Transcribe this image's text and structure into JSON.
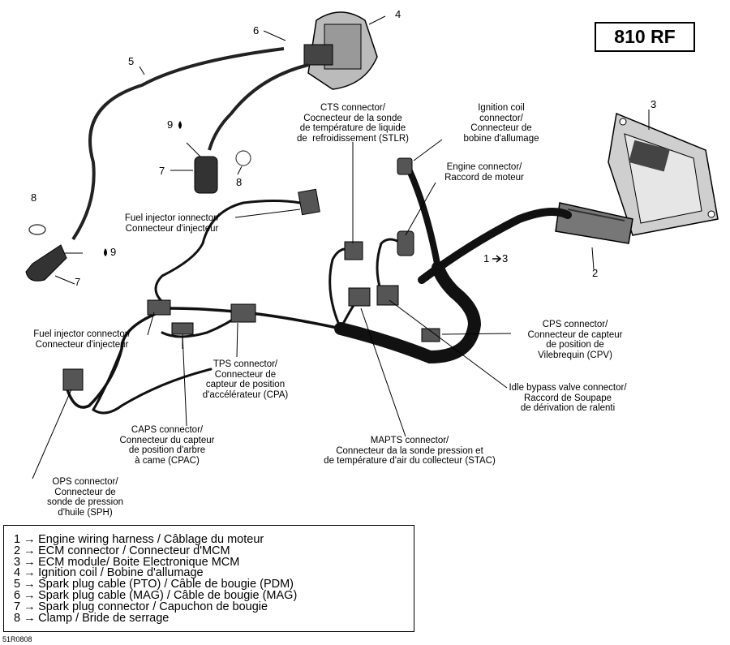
{
  "model_badge": "810 RF",
  "figure_code": "51R0808",
  "callouts": {
    "n1": "1",
    "n1_target": "3",
    "n2": "2",
    "n3": "3",
    "n4": "4",
    "n5": "5",
    "n6": "6",
    "n7a": "7",
    "n7b": "7",
    "n8a": "8",
    "n8b": "8",
    "n9a": "9",
    "n9b": "9"
  },
  "labels": {
    "cts": "CTS connector/\nCocnecteur de la sonde\nde température de liquide\nde  refroidissement (STLR)",
    "ignition_coil": "Ignition coil\nconnector/\nConnecteur de\nbobine d'allumage",
    "engine_connector": "Engine connector/\nRaccord de moteur",
    "fuel_injector_top": "Fuel injector ionnector/\nConnecteur d'injecteur",
    "fuel_injector_left": "Fuel injector connector/\nConnecteur d'injecteur",
    "cps": "CPS connector/\nConnecteur de capteur\nde position de\nVilebrequin (CPV)",
    "tps": "TPS connector/\nConnecteur de\ncapteur de position\nd'accélérateur (CPA)",
    "idle_bypass": "Idle bypass valve connector/\nRaccord de Soupape\nde dérivation de ralenti",
    "caps": "CAPS connector/\nConnecteur du capteur\nde position d'arbre\nà came (CPAC)",
    "mapts": "MAPTS connector/\nConnecteur da la sonde pression et\nde température d'air du collecteur (STAC)",
    "ops": "OPS connector/\nConnecteur de\nsonde de pression\nd'huile (SPH)"
  },
  "legend": [
    {
      "num": "1",
      "text": "Engine wiring harness / Câblage du moteur"
    },
    {
      "num": "2",
      "text": "ECM connector / Connecteur d'MCM"
    },
    {
      "num": "3",
      "text": "ECM module/ Boite Electronique MCM"
    },
    {
      "num": "4",
      "text": "Ignition coil / Bobine d'allumage"
    },
    {
      "num": "5",
      "text": "Spark plug cable (PTO) / Câble de bougie (PDM)"
    },
    {
      "num": "6",
      "text": "Spark plug cable (MAG) / Câble de bougie (MAG)"
    },
    {
      "num": "7",
      "text": "Spark plug connector / Capuchon de bougie"
    },
    {
      "num": "8",
      "text": "Clamp / Bride de serrage"
    }
  ],
  "icons": {
    "legend_arrow": "right-arrow-icon",
    "grease": "grease-drop-icon"
  }
}
